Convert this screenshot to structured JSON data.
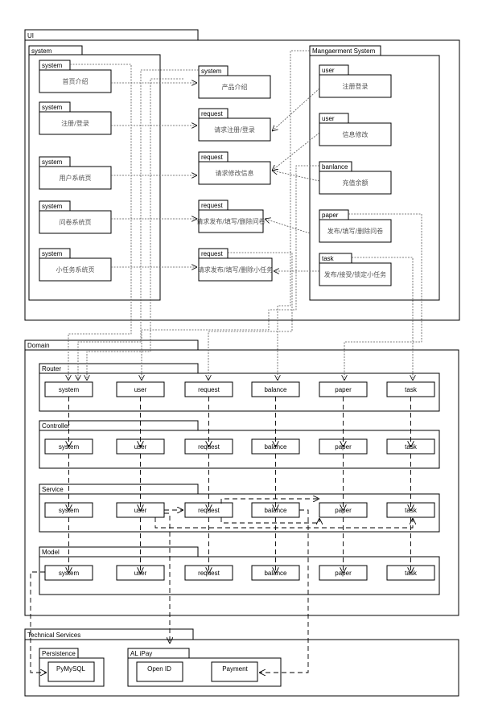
{
  "ui": {
    "title": "UI",
    "system_pkg": "system",
    "pages": [
      {
        "tab": "system",
        "label": "首页介绍"
      },
      {
        "tab": "system",
        "label": "注册/登录"
      },
      {
        "tab": "system",
        "label": "用户系统页"
      },
      {
        "tab": "system",
        "label": "问卷系统页"
      },
      {
        "tab": "system",
        "label": "小任务系统页"
      }
    ],
    "requests": [
      {
        "tab": "system",
        "label": "产品介绍"
      },
      {
        "tab": "request",
        "label": "请求注册/登录"
      },
      {
        "tab": "request",
        "label": "请求修改信息"
      },
      {
        "tab": "request",
        "label": "请求发布/填写/删除问卷"
      },
      {
        "tab": "request",
        "label": "请求发布/填写/删除小任务"
      }
    ],
    "management": {
      "title": "Mangaerment System",
      "items": [
        {
          "tab": "user",
          "label": "注册登录"
        },
        {
          "tab": "user",
          "label": "信息修改"
        },
        {
          "tab": "banlance",
          "label": "充值余额"
        },
        {
          "tab": "paper",
          "label": "发布/填写/删除问卷"
        },
        {
          "tab": "task",
          "label": "发布/接受/锁定小任务"
        }
      ]
    }
  },
  "domain": {
    "title": "Domain",
    "layers": [
      {
        "name": "Router",
        "modules": [
          "system",
          "user",
          "request",
          "balance",
          "paper",
          "task"
        ]
      },
      {
        "name": "Controller",
        "modules": [
          "system",
          "user",
          "request",
          "balance",
          "paper",
          "task"
        ]
      },
      {
        "name": "Service",
        "modules": [
          "system",
          "user",
          "request",
          "balance",
          "paper",
          "task"
        ]
      },
      {
        "name": "Model",
        "modules": [
          "system",
          "user",
          "request",
          "balance",
          "paper",
          "task"
        ]
      }
    ]
  },
  "technical": {
    "title": "Technical Services",
    "persistence": {
      "title": "Persistence",
      "items": [
        "PyMySQL"
      ]
    },
    "alipay": {
      "title": "AL iPay",
      "items": [
        "Open ID",
        "Payment"
      ]
    }
  }
}
